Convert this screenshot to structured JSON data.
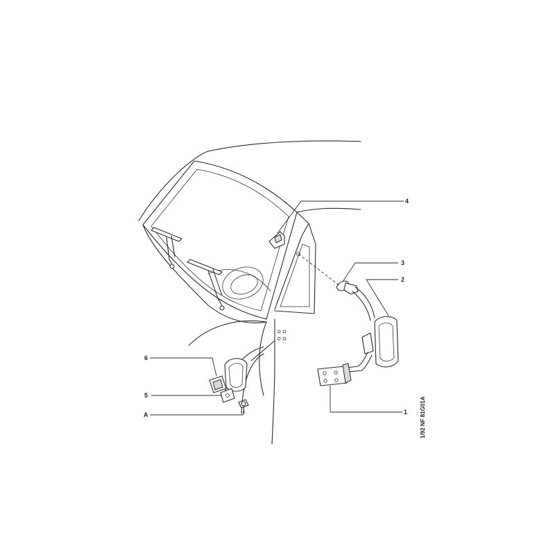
{
  "callouts": {
    "c1": "1",
    "c2": "2",
    "c3": "3",
    "c4": "4",
    "c5": "5",
    "c6": "6",
    "cA": "A"
  },
  "reference_code": "1/92 NF 81G01A",
  "colors": {
    "line": "#2a2a2a",
    "background": "#ffffff"
  }
}
